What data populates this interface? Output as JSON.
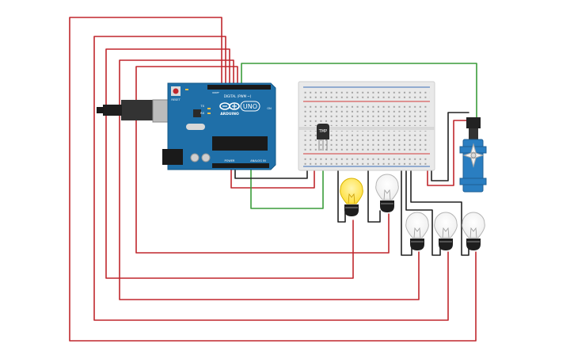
{
  "arduino": {
    "brand": "ARDUINO",
    "model": "UNO",
    "digital_label": "DIGITAL (PWM ~)",
    "power_label": "POWER",
    "analog_label": "ANALOG IN",
    "reset_label": "RESET",
    "on_label": "ON",
    "tx_label": "TX",
    "rx_label": "RX",
    "ioref_label": "IOREF"
  },
  "sensor": {
    "label": "TMP"
  },
  "colors": {
    "wire_red": "#c0272d",
    "wire_black": "#222222",
    "wire_green": "#3a9c3a",
    "board_blue": "#1f6fa8",
    "bulb_on": "#ffe45c",
    "servo_blue": "#2a7ec1"
  },
  "bulbs": [
    {
      "state": "on"
    },
    {
      "state": "off"
    },
    {
      "state": "off"
    },
    {
      "state": "off"
    },
    {
      "state": "off"
    }
  ]
}
